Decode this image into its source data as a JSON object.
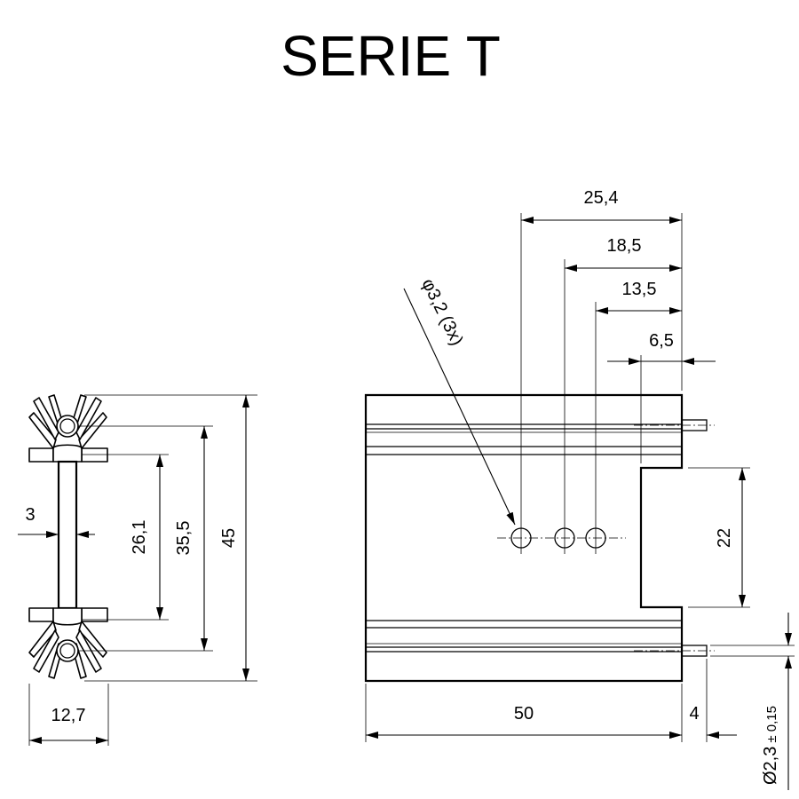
{
  "title": "SERIE T",
  "dimensions": {
    "d_25_4": "25,4",
    "d_18_5": "18,5",
    "d_13_5": "13,5",
    "d_6_5": "6,5",
    "hole_spec": "φ3,2 (3x)",
    "d_22": "22",
    "d_50": "50",
    "d_4": "4",
    "pin_diameter": "Ø2,3",
    "pin_tolerance": "± 0,15",
    "d_3": "3",
    "d_26_1": "26,1",
    "d_35_5": "35,5",
    "d_45": "45",
    "d_12_7": "12,7"
  }
}
